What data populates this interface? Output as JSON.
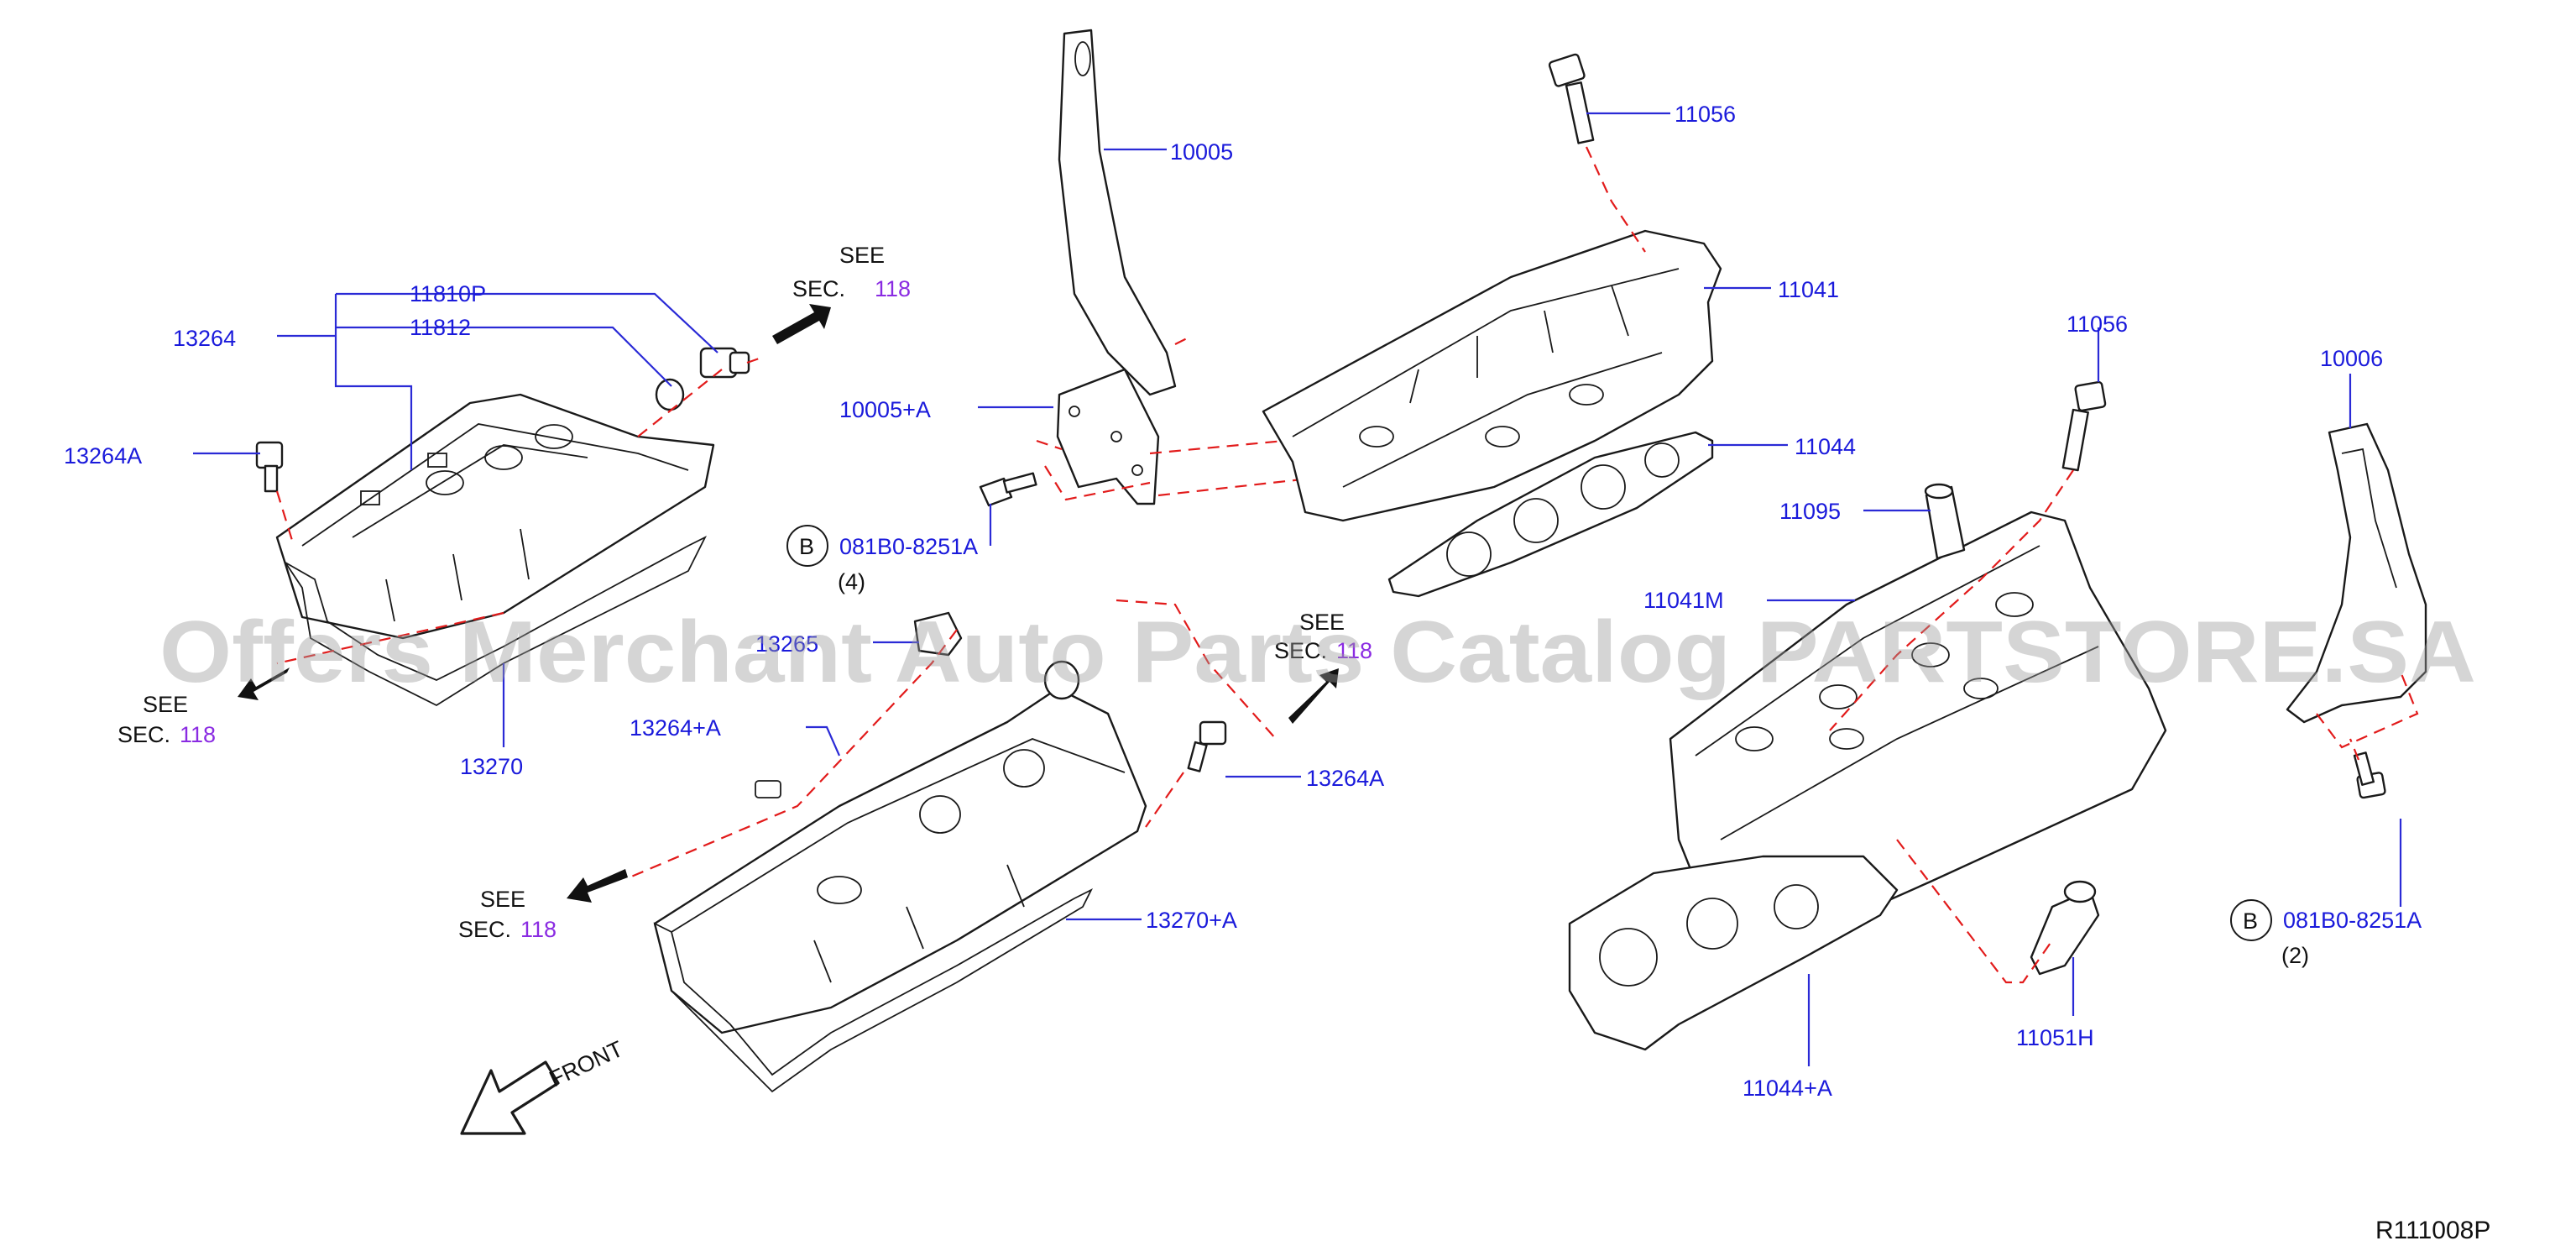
{
  "parts": {
    "p10005": "10005",
    "p11056_top": "11056",
    "p11810P": "11810P",
    "p11812": "11812",
    "p13264": "13264",
    "p13264A_left": "13264A",
    "p10005A": "10005+A",
    "p11041": "11041",
    "p11044": "11044",
    "p11056_right": "11056",
    "p10006": "10006",
    "p081B0_4": "081B0-8251A",
    "qty_4": "(4)",
    "p11095": "11095",
    "p11041M": "11041M",
    "p13265": "13265",
    "p13264A_plus": "13264+A",
    "p13264A_center": "13264A",
    "p13270": "13270",
    "p13270A": "13270+A",
    "p081B0_2": "081B0-8251A",
    "qty_2": "(2)",
    "p11051H": "11051H",
    "p11044A": "11044+A"
  },
  "callouts": {
    "see": "SEE",
    "sec": "SEC.",
    "sec_num": "118",
    "circle_b": "B"
  },
  "front_label": "FRONT",
  "diagram_code": "R111008P",
  "watermark": "Offers Merchant Auto Parts Catalog PARTSTORE.SA",
  "colors": {
    "part_number": "#1a1adb",
    "section_number": "#8a2be2",
    "dashed_line": "#e21b1b"
  }
}
